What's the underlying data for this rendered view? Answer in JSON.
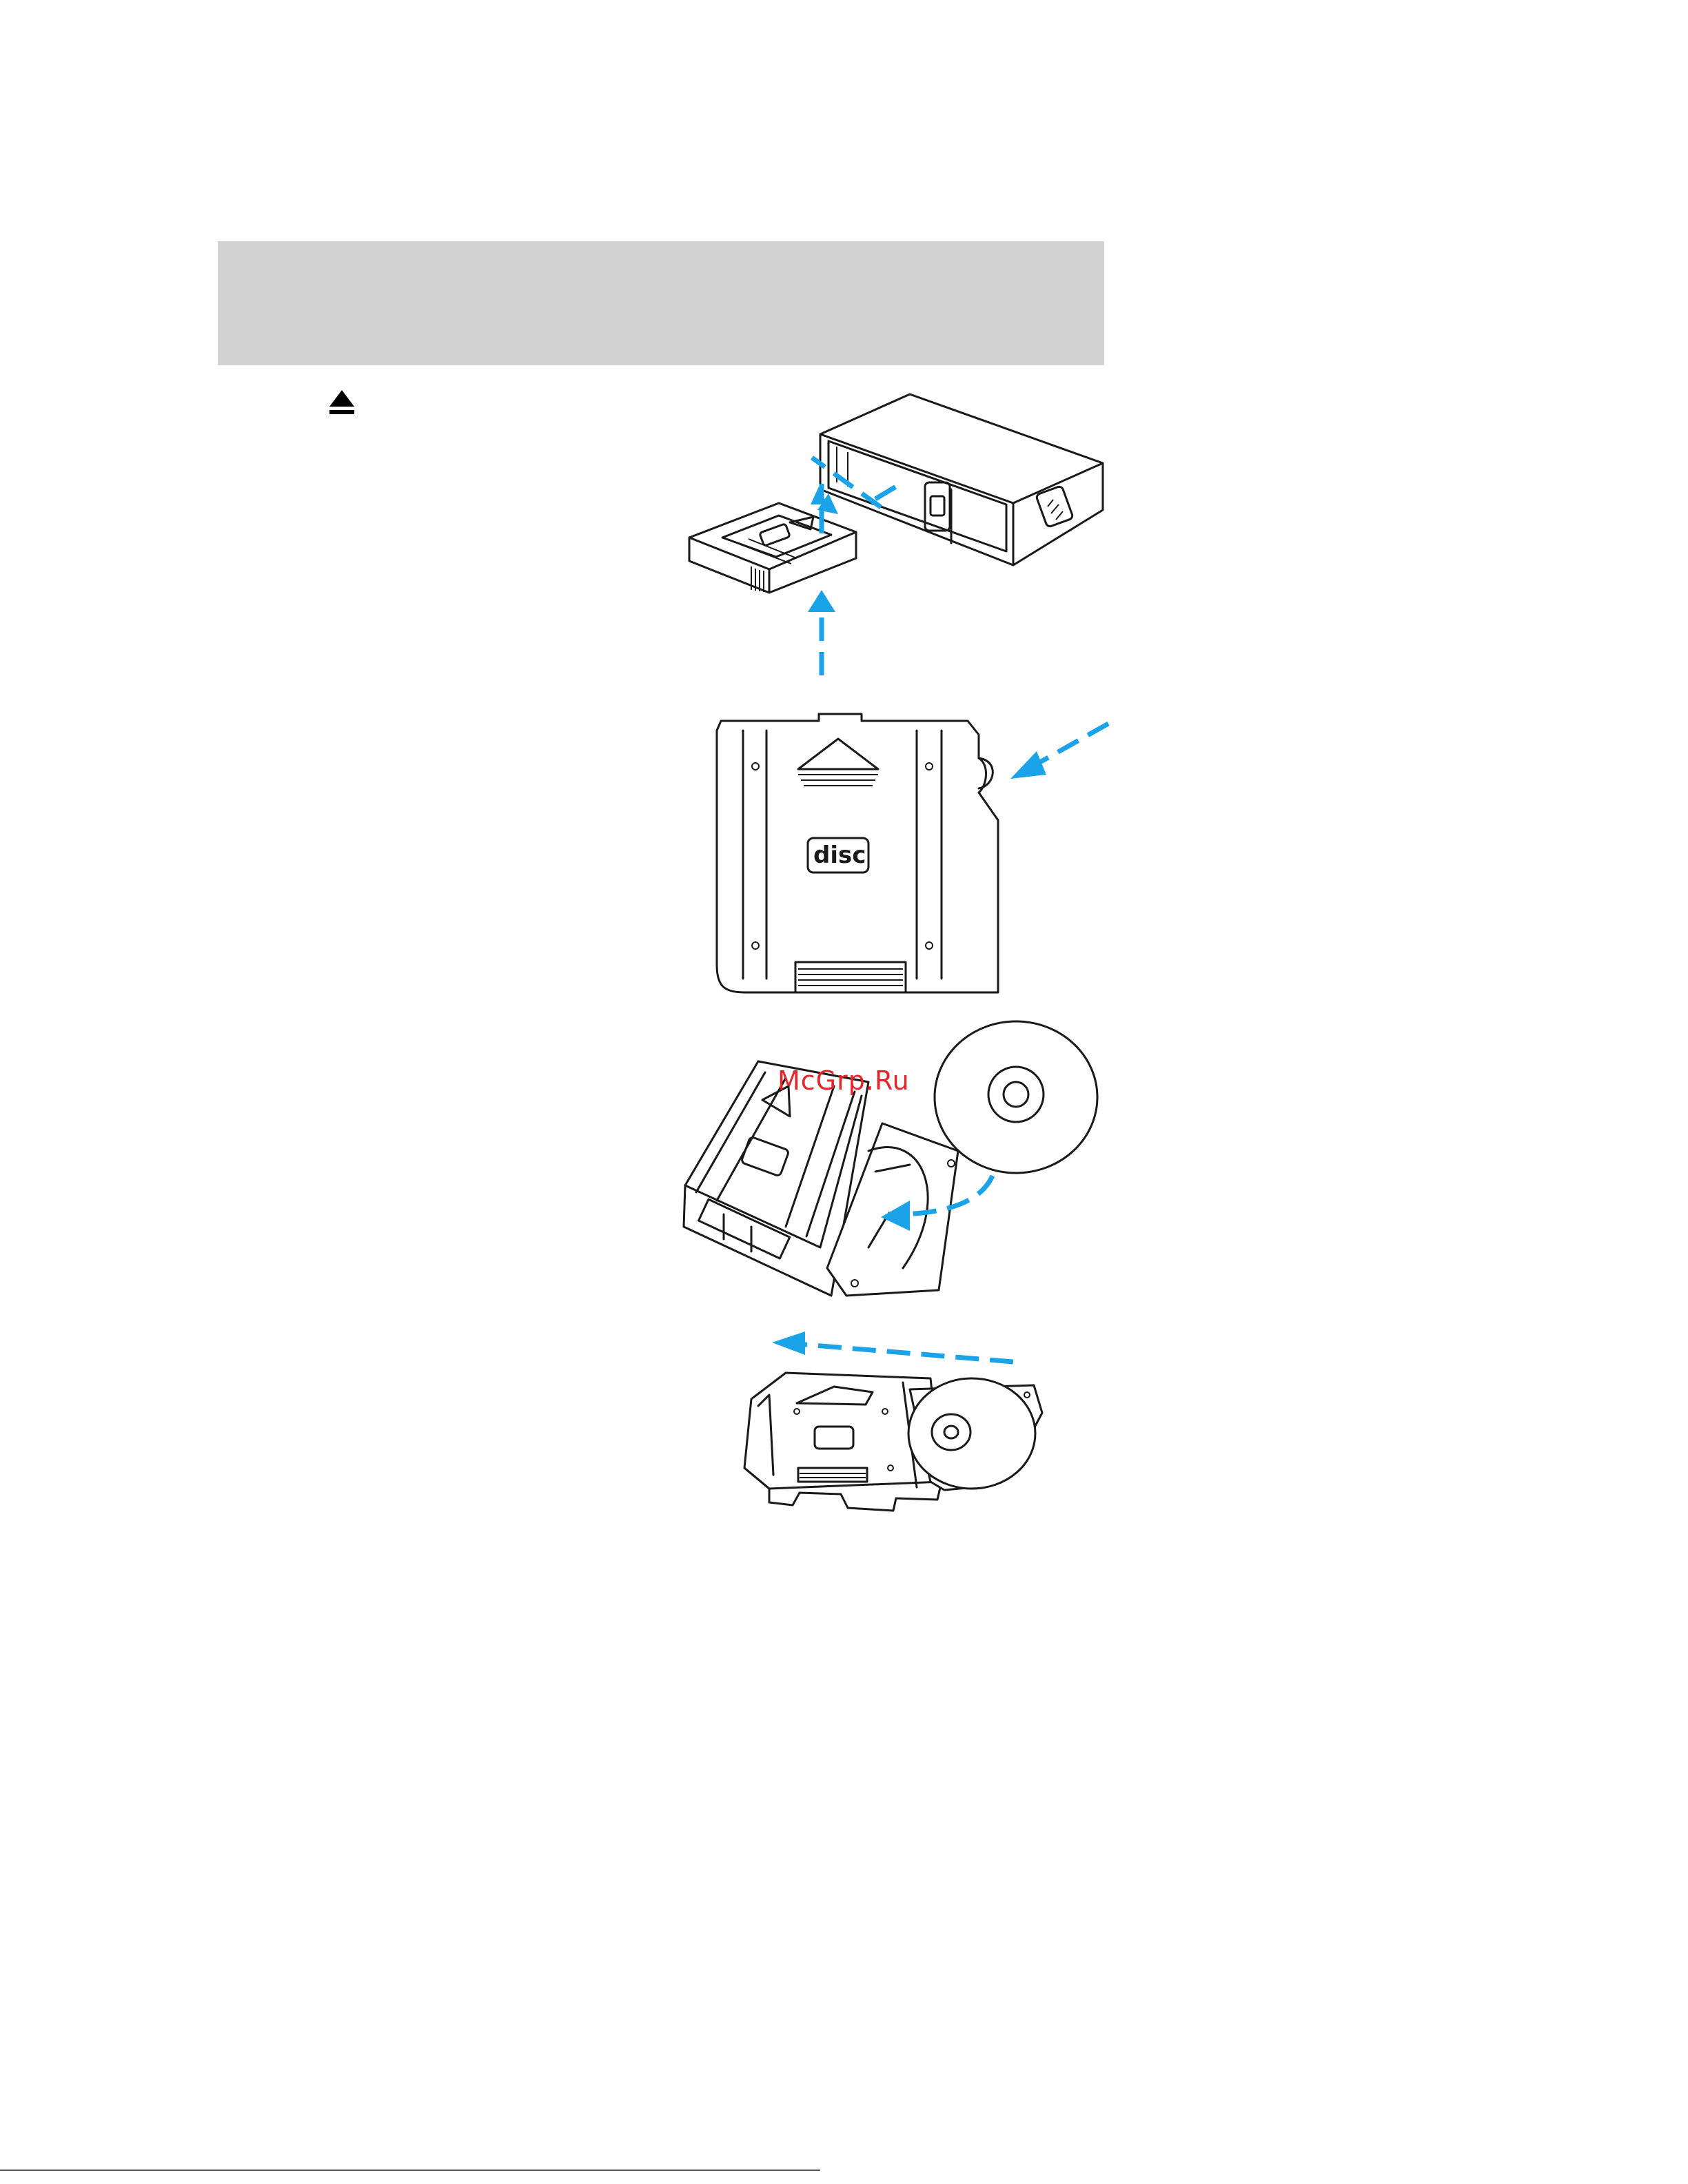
{
  "header": {
    "band_color": "#d3d3d3"
  },
  "eject_icon": {
    "name": "eject-icon"
  },
  "watermark": {
    "text": "McGrp.Ru",
    "color": "#e4252a"
  },
  "figures": {
    "magazine_insert": {
      "description_icon": "cd-changer-magazine-insert"
    },
    "magazine_release": {
      "disc_logo_text": "disc"
    },
    "disc_load": {
      "icon": "disc-into-tray"
    },
    "tray_close": {
      "icon": "tray-slide-in"
    }
  },
  "colors": {
    "arrow": "#1aa3e8",
    "line": "#1a1a1a"
  }
}
